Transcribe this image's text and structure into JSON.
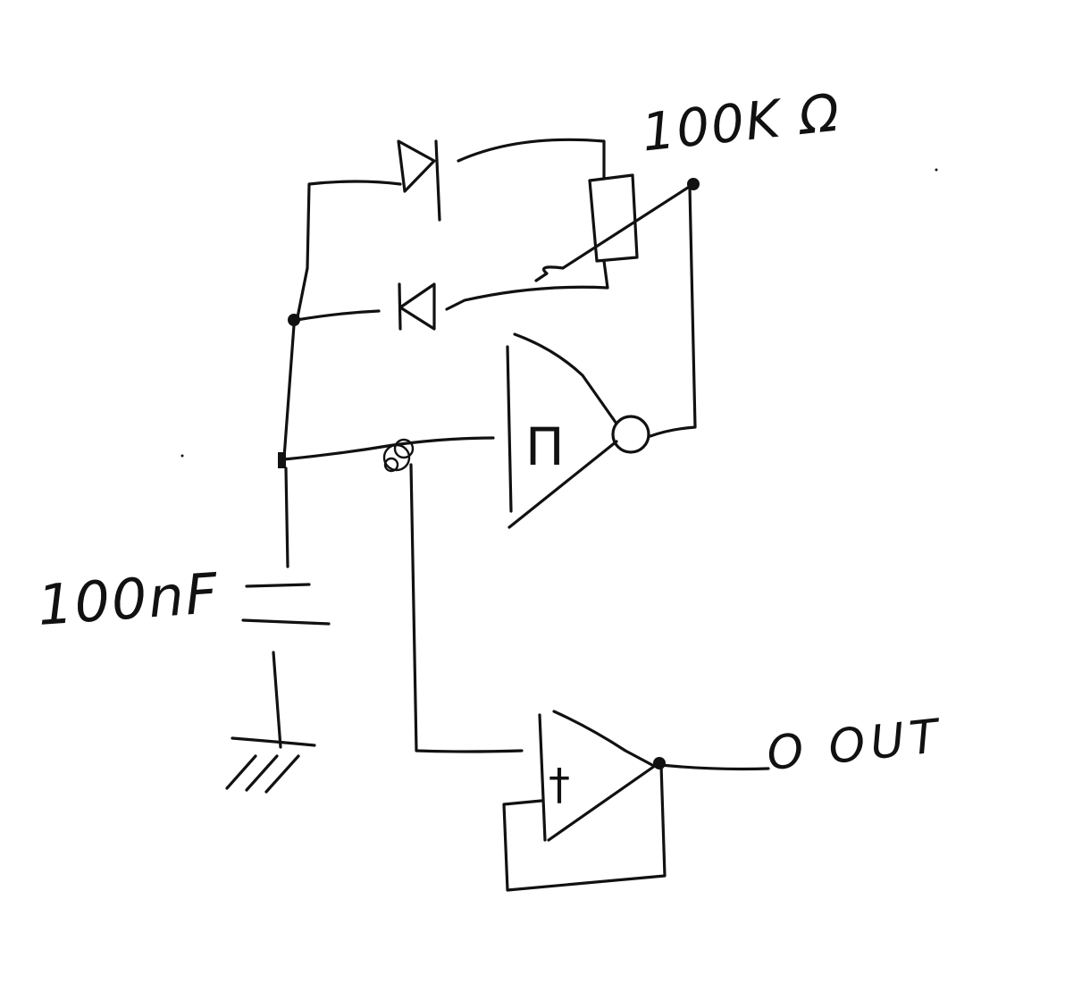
{
  "labels": {
    "resistor": "100K Ω",
    "capacitor": "100nF",
    "output": "O OUT"
  },
  "symbols": {
    "schmitt_inverter": "Π",
    "buffer": "†"
  },
  "colors": {
    "ink": "#111111",
    "paper": "#ffffff"
  }
}
